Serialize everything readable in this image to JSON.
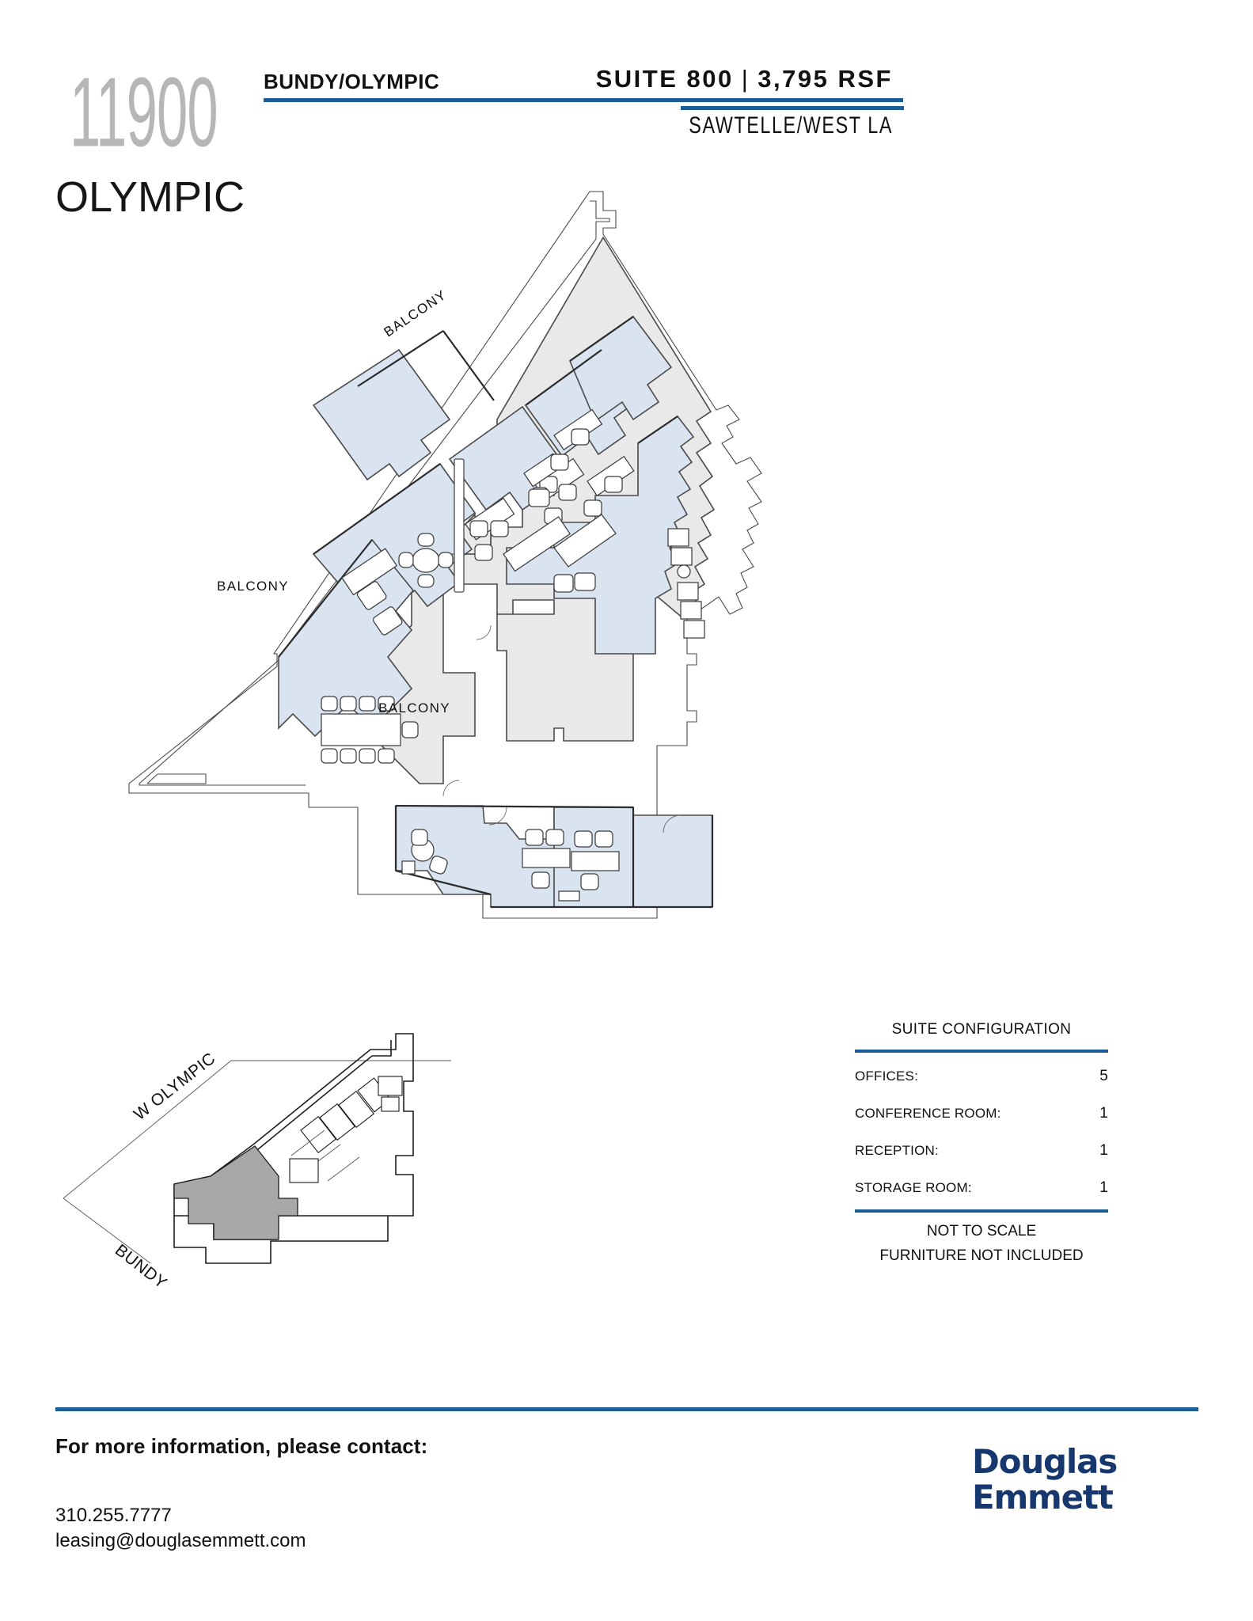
{
  "header": {
    "building_number": "11900",
    "building_name": "OLYMPIC",
    "corner": "BUNDY/OLYMPIC",
    "suite": "SUITE 800",
    "separator": "|",
    "rsf": "3,795 RSF",
    "submarket": "SAWTELLE/WEST LA"
  },
  "plan": {
    "balcony_label_1": "BALCONY",
    "balcony_label_2": "BALCONY",
    "balcony_label_3": "BALCONY"
  },
  "keymap": {
    "street_1": "W OLYMPIC",
    "street_2": "BUNDY"
  },
  "config": {
    "title": "SUITE CONFIGURATION",
    "rows": [
      {
        "label": "OFFICES:",
        "value": "5"
      },
      {
        "label": "CONFERENCE ROOM:",
        "value": "1"
      },
      {
        "label": "RECEPTION:",
        "value": "1"
      },
      {
        "label": "STORAGE ROOM:",
        "value": "1"
      }
    ],
    "note_1": "NOT TO SCALE",
    "note_2": "FURNITURE NOT INCLUDED"
  },
  "footer": {
    "contact_heading": "For more information, please contact:",
    "phone": "310.255.7777",
    "email": "leasing@douglasemmett.com",
    "logo_line1": "Douglas",
    "logo_line2": "Emmett"
  },
  "colors": {
    "accent_blue": "#1b5d96",
    "logo_navy": "#16386e",
    "suite_fill": "#d9e4f0",
    "common_fill": "#e9e9e9",
    "keymap_fill": "#a8a8a8"
  }
}
